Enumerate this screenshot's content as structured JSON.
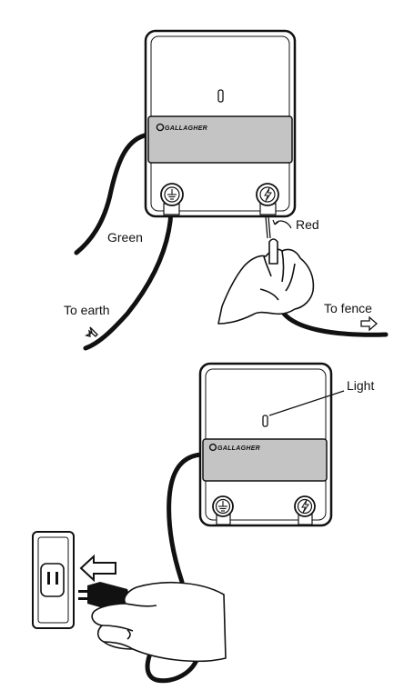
{
  "top_figure": {
    "brand": "GALLAGHER",
    "label_green": "Green",
    "label_red": "Red",
    "label_to_earth": "To earth",
    "label_to_fence": "To fence"
  },
  "bottom_figure": {
    "brand": "GALLAGHER",
    "label_light": "Light"
  },
  "colors": {
    "line": "#111111",
    "panel": "#c4c4c4",
    "body": "#ffffff"
  }
}
